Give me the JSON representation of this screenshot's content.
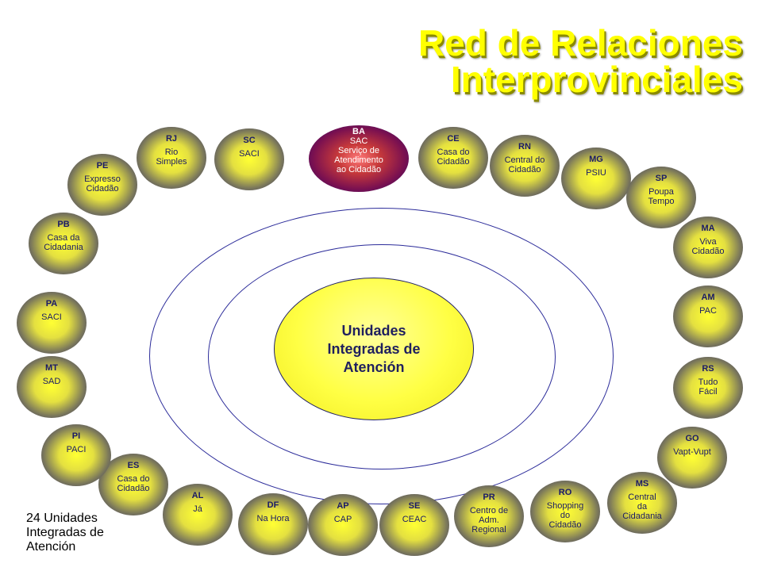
{
  "title": {
    "line1": "Red de Relaciones",
    "line2": "Interprovinciales"
  },
  "center_label": "Unidades\nIntegradas de\nAtención",
  "footer": "24  Unidades\nIntegradas de\nAtención",
  "nodes": [
    {
      "state": "RJ",
      "name": "Rio\nSimples"
    },
    {
      "state": "SC",
      "name": "SACI"
    },
    {
      "state": "BA",
      "name": "SAC\nServiço de\nAtendimento\nao Cidadão"
    },
    {
      "state": "CE",
      "name": "Casa do\nCidadão"
    },
    {
      "state": "RN",
      "name": "Central do\nCidadão"
    },
    {
      "state": "MG",
      "name": "PSIU"
    },
    {
      "state": "SP",
      "name": "Poupa\nTempo"
    },
    {
      "state": "MA",
      "name": "Viva\nCidadão"
    },
    {
      "state": "AM",
      "name": "PAC"
    },
    {
      "state": "RS",
      "name": "Tudo\nFácil"
    },
    {
      "state": "GO",
      "name": "Vapt-Vupt"
    },
    {
      "state": "MS",
      "name": "Central\nda\nCidadania"
    },
    {
      "state": "RO",
      "name": "Shopping\ndo\nCidadão"
    },
    {
      "state": "PR",
      "name": "Centro de\nAdm.\nRegional"
    },
    {
      "state": "SE",
      "name": "CEAC"
    },
    {
      "state": "AP",
      "name": "CAP"
    },
    {
      "state": "DF",
      "name": "Na Hora"
    },
    {
      "state": "AL",
      "name": "Já"
    },
    {
      "state": "ES",
      "name": "Casa do\nCidadão"
    },
    {
      "state": "PI",
      "name": "PACI"
    },
    {
      "state": "MT",
      "name": "SAD"
    },
    {
      "state": "PA",
      "name": "SACI"
    },
    {
      "state": "PB",
      "name": "Casa da\nCidadania"
    },
    {
      "state": "PE",
      "name": "Expresso\nCidadão"
    }
  ]
}
